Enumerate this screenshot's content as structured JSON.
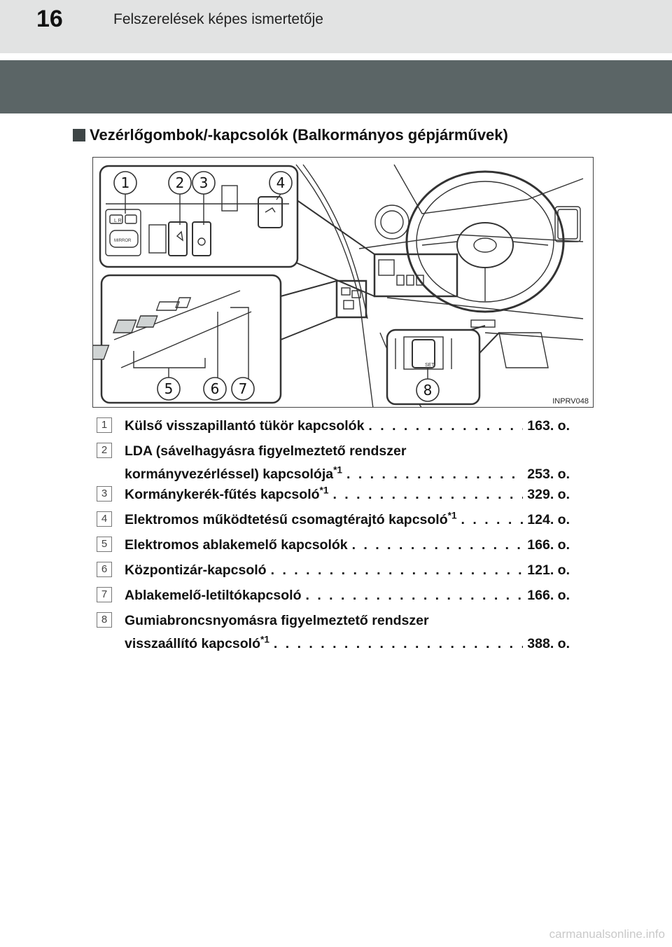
{
  "header": {
    "page_number": "16",
    "title": "Felszerelések képes ismertetője"
  },
  "section": {
    "title": "Vezérlőgombok/-kapcsolók (Balkormányos gépjárművek)"
  },
  "figure": {
    "code": "INPRV048",
    "callouts": [
      "1",
      "2",
      "3",
      "4",
      "5",
      "6",
      "7",
      "8"
    ],
    "labels": {
      "mirror": "MIRROR",
      "lr": "L   R",
      "set": "SET"
    }
  },
  "items": [
    {
      "num": "1",
      "text": "Külső visszapillantó tükör kapcsolók",
      "page": "163. o."
    },
    {
      "num": "2",
      "line1": "LDA (sávelhagyásra figyelmeztető rendszer",
      "text": "kormányvezérléssel) kapcsolója",
      "sup": "*1",
      "page": "253. o."
    },
    {
      "num": "3",
      "text": "Kormánykerék-fűtés kapcsoló",
      "sup": "*1",
      "page": "329. o."
    },
    {
      "num": "4",
      "text": "Elektromos működtetésű csomagtérajtó kapcsoló",
      "sup": "*1",
      "page": "124. o."
    },
    {
      "num": "5",
      "text": "Elektromos ablakemelő kapcsolók",
      "page": "166. o."
    },
    {
      "num": "6",
      "text": "Központizár-kapcsoló",
      "page": "121. o."
    },
    {
      "num": "7",
      "text": "Ablakemelő-letiltókapcsoló",
      "page": "166. o."
    },
    {
      "num": "8",
      "line1": "Gumiabroncsnyomásra figyelmeztető rendszer",
      "text": "visszaállító kapcsoló",
      "sup": "*1",
      "page": "388. o."
    }
  ],
  "watermark": "carmanualsonline.info"
}
